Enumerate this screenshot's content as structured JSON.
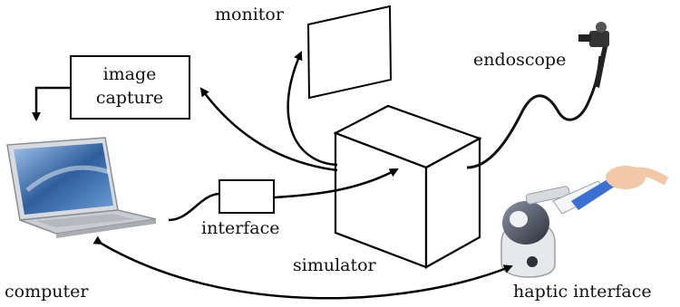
{
  "labels": {
    "monitor": "monitor",
    "image_capture_line1": "image",
    "image_capture_line2": "capture",
    "endoscope": "endoscope",
    "interface": "interface",
    "simulator": "simulator",
    "computer": "computer",
    "haptic_interface": "haptic interface"
  },
  "colors": {
    "stroke": "#000000",
    "laptop_screen": "#2f5e9c",
    "laptop_body": "#c9cdd2",
    "haptic_body": "#e6e8eb",
    "haptic_dark": "#3b3f47",
    "pen_blue": "#3b6fd1",
    "skin": "#f2c8a8"
  },
  "icons": [
    "laptop-icon",
    "endoscope-icon",
    "haptic-device-icon"
  ]
}
